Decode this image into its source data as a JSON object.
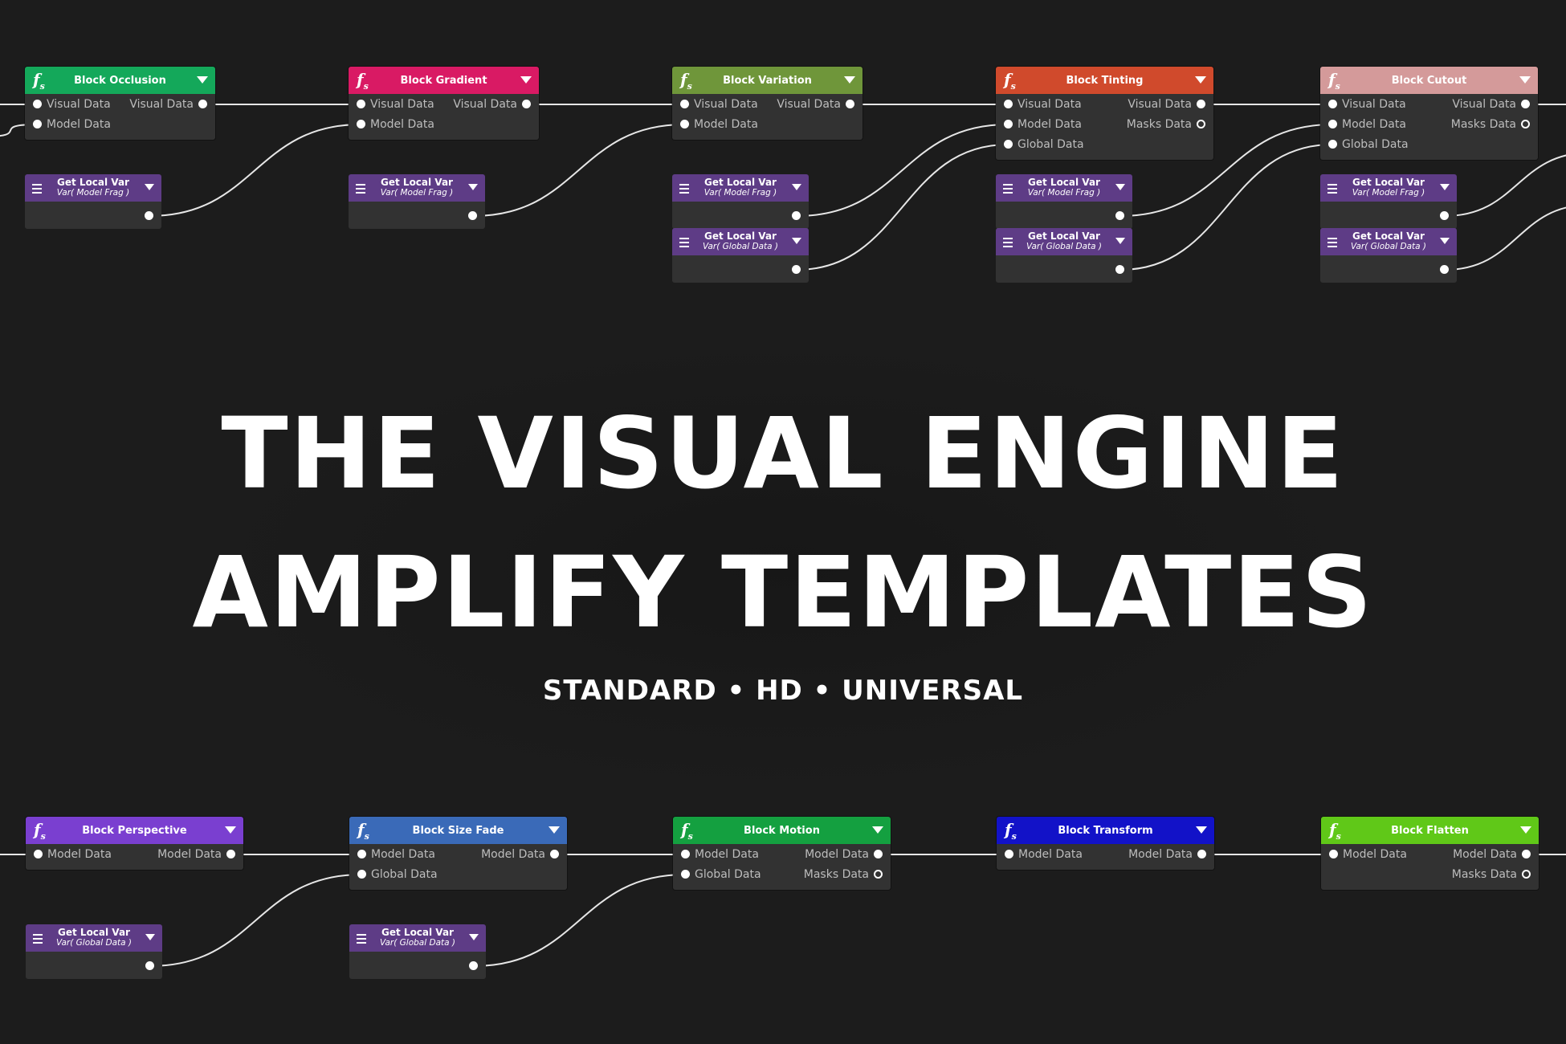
{
  "hero": {
    "line1": "THE VISUAL ENGINE",
    "line2": "AMPLIFY TEMPLATES",
    "subtitle": "STANDARD • HD • UNIVERSAL"
  },
  "icons": {
    "function_node": "fs-function-icon",
    "menu": "menu-icon",
    "dropdown": "chevron-down-icon"
  },
  "nodes": [
    {
      "id": "occlusion",
      "title": "Block Occlusion",
      "color": "#14a85a",
      "inputs": [
        "Visual Data",
        "Model Data"
      ],
      "outputs": [
        "Visual Data"
      ],
      "output_ring": [
        false
      ]
    },
    {
      "id": "gradient",
      "title": "Block Gradient",
      "color": "#d91a64",
      "inputs": [
        "Visual Data",
        "Model Data"
      ],
      "outputs": [
        "Visual Data"
      ],
      "output_ring": [
        false
      ]
    },
    {
      "id": "variation",
      "title": "Block Variation",
      "color": "#6f963a",
      "inputs": [
        "Visual Data",
        "Model Data"
      ],
      "outputs": [
        "Visual Data"
      ],
      "output_ring": [
        false
      ]
    },
    {
      "id": "tinting",
      "title": "Block Tinting",
      "color": "#d04a2c",
      "inputs": [
        "Visual Data",
        "Model Data",
        "Global Data"
      ],
      "outputs": [
        "Visual Data",
        "Masks Data"
      ],
      "output_ring": [
        false,
        true
      ]
    },
    {
      "id": "cutout",
      "title": "Block Cutout",
      "color": "#d49a9a",
      "inputs": [
        "Visual Data",
        "Model Data",
        "Global Data"
      ],
      "outputs": [
        "Visual Data",
        "Masks Data"
      ],
      "output_ring": [
        false,
        true
      ]
    },
    {
      "id": "perspective",
      "title": "Block Perspective",
      "color": "#7a3fd0",
      "inputs": [
        "Model Data"
      ],
      "outputs": [
        "Model Data"
      ],
      "output_ring": [
        false
      ]
    },
    {
      "id": "sizefade",
      "title": "Block Size Fade",
      "color": "#3a6ab8",
      "inputs": [
        "Model Data",
        "Global Data"
      ],
      "outputs": [
        "Model Data"
      ],
      "output_ring": [
        false
      ]
    },
    {
      "id": "motion",
      "title": "Block Motion",
      "color": "#14a040",
      "inputs": [
        "Model Data",
        "Global Data"
      ],
      "outputs": [
        "Model Data",
        "Masks Data"
      ],
      "output_ring": [
        false,
        true
      ]
    },
    {
      "id": "transform",
      "title": "Block Transform",
      "color": "#1212c8",
      "inputs": [
        "Model Data"
      ],
      "outputs": [
        "Model Data"
      ],
      "output_ring": [
        false
      ]
    },
    {
      "id": "flatten",
      "title": "Block Flatten",
      "color": "#60c818",
      "inputs": [
        "Model Data"
      ],
      "outputs": [
        "Model Data",
        "Masks Data"
      ],
      "output_ring": [
        false,
        true
      ]
    }
  ],
  "var_nodes": [
    {
      "id": "v1",
      "title": "Get Local Var",
      "subtitle": "Var( Model Frag )"
    },
    {
      "id": "v2",
      "title": "Get Local Var",
      "subtitle": "Var( Model Frag )"
    },
    {
      "id": "v3",
      "title": "Get Local Var",
      "subtitle": "Var( Model Frag )"
    },
    {
      "id": "v4",
      "title": "Get Local Var",
      "subtitle": "Var( Global Data )"
    },
    {
      "id": "v5",
      "title": "Get Local Var",
      "subtitle": "Var( Model Frag )"
    },
    {
      "id": "v6",
      "title": "Get Local Var",
      "subtitle": "Var( Global Data )"
    },
    {
      "id": "v7",
      "title": "Get Local Var",
      "subtitle": "Var( Model Frag )"
    },
    {
      "id": "v8",
      "title": "Get Local Var",
      "subtitle": "Var( Global Data )"
    },
    {
      "id": "v9",
      "title": "Get Local Var",
      "subtitle": "Var( Global Data )"
    },
    {
      "id": "v10",
      "title": "Get Local Var",
      "subtitle": "Var( Global Data )"
    }
  ]
}
